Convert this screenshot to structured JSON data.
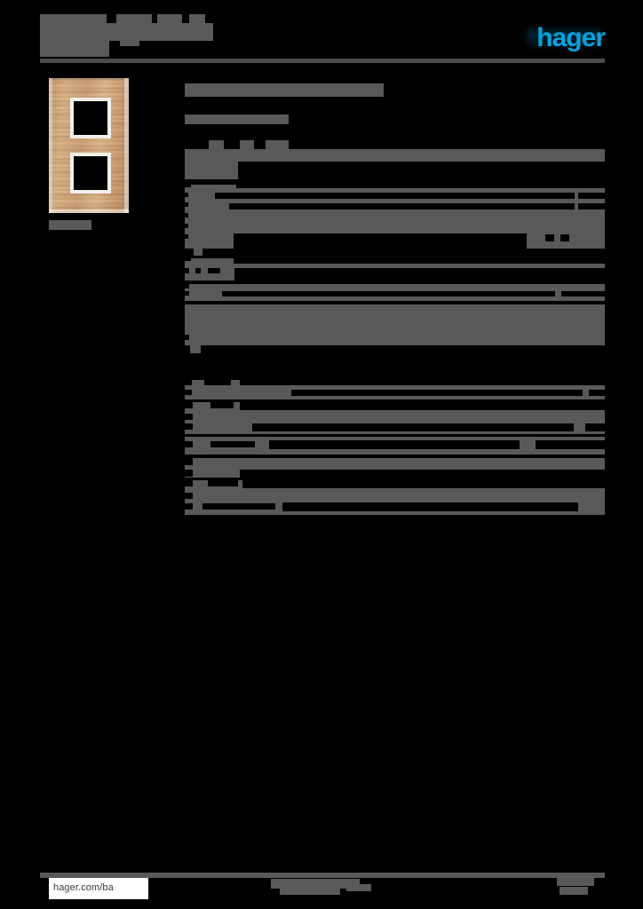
{
  "document": {
    "kind": "product-datasheet",
    "brand": "hager",
    "brand_color": "#00a5e3",
    "redaction_color": "#585a5a",
    "page_background": "#000000",
    "redacted": true,
    "redaction_note": "All textual content on this datasheet page is obscured by solid grey redaction blocks; only the brand logo and the footer URL remain legible."
  },
  "header": {
    "title_redacted": "",
    "subtitle_redacted": "",
    "logo_text": "hager",
    "rule": true
  },
  "product_image": {
    "alt_name": "oak-wood-double-vertical-cover-frame",
    "caption_redacted": "",
    "material_appearance": "light oak wood grain",
    "openings": 2,
    "orientation": "vertical",
    "wood_light": "#dcb78d",
    "wood_mid": "#cda074",
    "wood_dark": "#b98a5e",
    "inner_edge": "#f2efe9"
  },
  "main": {
    "section_title_redacted": "",
    "section_subtitle_redacted": "",
    "panels": [
      {
        "name": "description-block",
        "rows": 2
      },
      {
        "name": "specification-block-1",
        "rows": 5
      },
      {
        "name": "specification-block-2",
        "rows": 3
      },
      {
        "name": "specification-block-3",
        "rows": 4
      },
      {
        "name": "specification-block-4",
        "rows": 6
      }
    ]
  },
  "footer": {
    "url": "hager.com/ba",
    "center_redacted": "",
    "right_redacted": "",
    "rule": true
  }
}
